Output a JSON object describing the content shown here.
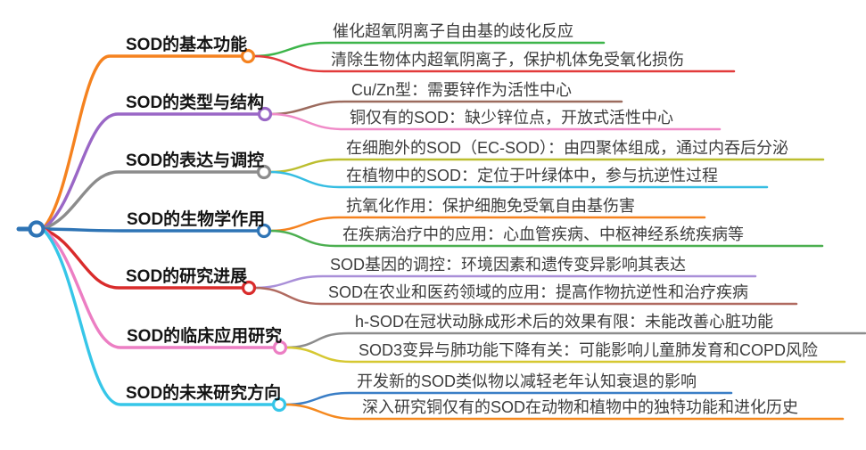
{
  "root": {
    "color": "#2E74B5"
  },
  "branches": [
    {
      "label": "SOD的基本功能",
      "color": "#F5821F",
      "children": [
        {
          "label": "催化超氧阴离子自由基的歧化反应",
          "color": "#3DB54A"
        },
        {
          "label": "清除生物体内超氧阴离子，保护机体免受氧化损伤",
          "color": "#E23B3B"
        }
      ]
    },
    {
      "label": "SOD的类型与结构",
      "color": "#9A67C6",
      "children": [
        {
          "label": "Cu/Zn型：需要锌作为活性中心",
          "color": "#9C6B5E"
        },
        {
          "label": "铜仅有的SOD：缺少锌位点，开放式活性中心",
          "color": "#F08BC8"
        }
      ]
    },
    {
      "label": "SOD的表达与调控",
      "color": "#8C8C8C",
      "children": [
        {
          "label": "在细胞外的SOD（EC-SOD）：由四聚体组成，通过内吞后分泌",
          "color": "#BCBE2F"
        },
        {
          "label": "在植物中的SOD：定位于叶绿体中，参与抗逆性过程",
          "color": "#35BDE2"
        }
      ]
    },
    {
      "label": "SOD的生物学作用",
      "color": "#2E74B5",
      "children": [
        {
          "label": "抗氧化作用：保护细胞免受氧自由基伤害",
          "color": "#F5821F"
        },
        {
          "label": "在疾病治疗中的应用：心血管疾病、中枢神经系统疾病等",
          "color": "#4CAF50"
        }
      ]
    },
    {
      "label": "SOD的研究进展",
      "color": "#D92B2B",
      "children": [
        {
          "label": "SOD基因的调控：环境因素和遗传变异影响其表达",
          "color": "#A98FD8"
        },
        {
          "label": "SOD在农业和医药领域的应用：提高作物抗逆性和治疗疾病",
          "color": "#B06A60"
        }
      ]
    },
    {
      "label": "SOD的临床应用研究",
      "color": "#EC7EC3",
      "children": [
        {
          "label": "h-SOD在冠状动脉成形术后的效果有限：未能改善心脏功能",
          "color": "#8C8C8C"
        },
        {
          "label": "SOD3变异与肺功能下降有关：可能影响儿童肺发育和COPD风险",
          "color": "#D6C832"
        }
      ]
    },
    {
      "label": "SOD的未来研究方向",
      "color": "#36C6E8",
      "children": [
        {
          "label": "开发新的SOD类似物以减轻老年认知衰退的影响",
          "color": "#3A7EC6"
        },
        {
          "label": "深入研究铜仅有的SOD在动物和植物中的独特功能和进化历史",
          "color": "#F5891F"
        }
      ]
    }
  ]
}
